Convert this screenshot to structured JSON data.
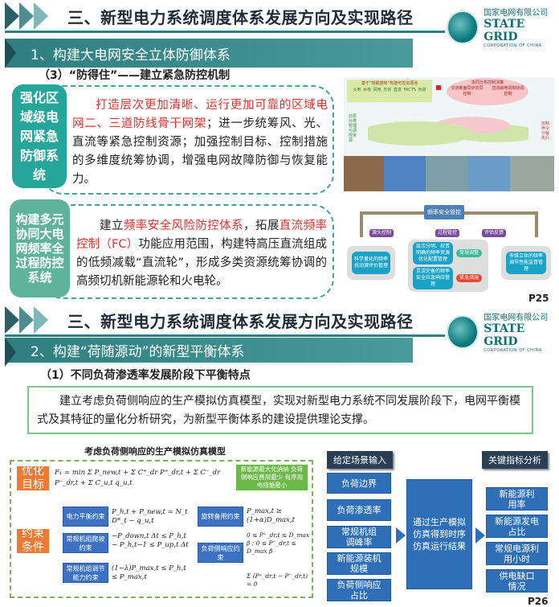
{
  "slide1": {
    "title": "三、新型电力系统调度体系发展方向及实现路径",
    "logo": {
      "cn": "国家电网有限公司",
      "en": "STATE GRID",
      "sub": "CORPORATION OF CHINA"
    },
    "section": "1、构建大电网安全立体防御体系",
    "subtitle": "（3）“防得住”——建立紧急防控机制",
    "card1": {
      "tag": "强化区域级电网紧急防御系统",
      "red": "打造层次更加清晰、运行更加可靠的区域电网二、三道防线骨干网架",
      "text": "；进一步统筹风、光、直流等紧急控制资源；加强控制目标、控制措施的多维度统筹协调，增强电网故障防御与恢复能力。"
    },
    "card2": {
      "tag": "构建多元协同大电网频率全过程防控系统",
      "t1": "建立",
      "r1": "频率安全风险防控体系",
      "t2": "，拓展",
      "r2": "直流频率控制（FC）",
      "t3": "功能应用范围，构建特高压直流组成的低频减载“直流轮”，形成多类资源统筹协调的高频切机新能源轮和火电轮。"
    },
    "diagram_top": {
      "green_title": "基于“物联感知”构建可控资源池",
      "green_items": [
        "火电",
        "水电",
        "风电",
        "光伏",
        "直流",
        "FACTS",
        "负荷"
      ],
      "pink_title": "协同分布控制决策",
      "pink_items": [
        "交流断面同步协同控制",
        "直流输电调制协调控制"
      ],
      "left_vertical": "分层分类管理与调控资源",
      "right_vertical": "控制命令分解执行"
    },
    "diagram_bottom": {
      "center": "频率安全管控",
      "labels": [
        "源头控制",
        "过程管控",
        "评估反馈"
      ],
      "left": "科学量化的频率扰动源评价管理",
      "mid_top": "层次分明、权责明确的频率资源优化配置管理",
      "mid_top_tag": "常规调整",
      "mid_bottom": "灵活完备的频率安全应急响应管理",
      "mid_bottom_tag": "紧急措施",
      "right": "多维立体的频率调节性能监督管理"
    },
    "page": "P25"
  },
  "slide2": {
    "title": "三、新型电力系统调度体系发展方向及实现路径",
    "logo": {
      "cn": "国家电网有限公司",
      "en": "STATE GRID",
      "sub": "CORPORATION OF CHINA"
    },
    "section": "2、构建“荷随源动”的新型平衡体系",
    "subtitle": "（1）不同负荷渗透率发展阶段下平衡特点",
    "intro": "建立考虑负荷侧响应的生产模拟仿真模型，实现对新型电力系统不同发展阶段下，电网平衡模式及其特征的量化分析研究，为新型平衡体系的建设提供理论支撑。",
    "model": {
      "title": "考虑负荷侧响应的生产模拟仿真模型",
      "objective_label": "优化目标",
      "objective_formula": "F₁ = min Σ P_new,t + Σ C⁺_dr P⁺_dr,t + Σ C⁻_dr P⁻_dr,t + Σ C_u,t q_u,t",
      "objective_note": "新能源最大化消纳 负荷侧响应费用最少 有序用电措施最小",
      "constraint_label": "约束条件",
      "constraints": [
        {
          "name": "电力平衡约束",
          "formula": "P_h,t + P_new,t = N_t D*_t − q_u,t"
        },
        {
          "name": "常规机组爬坡约束",
          "formula": "−P_down,t Δt ≤ P_h,t − P_h,t−1 ≤ P_up,t Δt"
        },
        {
          "name": "常规机组调节能力约束",
          "formula": "(1−λ)P_max,t ≤ P_h,t ≤ P_max,t"
        },
        {
          "name": "旋转备用约束",
          "formula": "P_max,t ≥ (1+α)D_max,t"
        },
        {
          "name": "负荷侧响应约束",
          "formula": "0 ≤ P⁺_dr,t ≤ D_max β ; 0 ≤ P⁻_dr,t ≤ D_max β",
          "formula2": "Σ (P⁺_dr,t − P⁻_dr,t) = 0"
        }
      ]
    },
    "flow": {
      "input_header": "给定场景输入",
      "inputs": [
        "负荷边界",
        "负荷渗透率",
        "常规机组调峰率",
        "新能源装机规模",
        "负荷侧响应占比"
      ],
      "process": "通过生产模拟仿真得到时序仿真运行结果",
      "output_header": "关键指标分析",
      "outputs": [
        "新能源利用率",
        "新能源发电占比",
        "常规电源利用小时",
        "供电缺口情况"
      ]
    },
    "page": "P26"
  },
  "colors": {
    "teal": "#2f7e80",
    "tag1": "#26a59a",
    "tag2": "#5fb39a",
    "red": "#e2322f",
    "orange": "#ee7a34",
    "blue": "#3d72c2"
  }
}
